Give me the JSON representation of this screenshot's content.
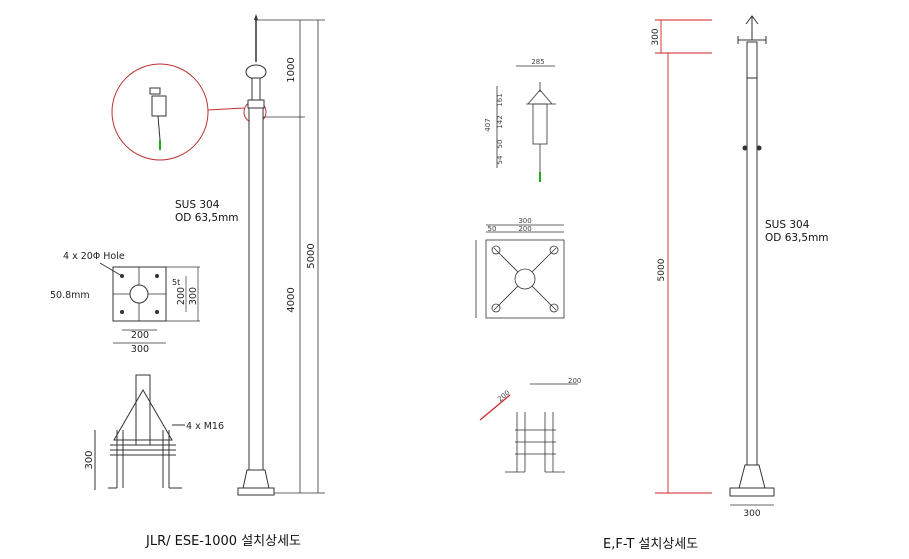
{
  "left": {
    "caption": "JLR/ ESE-1000 설치상세도",
    "material_line1": "SUS 304",
    "material_line2": "OD 63,5mm",
    "dim_top": "1000",
    "dim_total": "5000",
    "dim_pole": "4000",
    "hole_label": "4 x 20Φ Hole",
    "bolt_circle": "50.8mm",
    "plate_thick": "5t",
    "plate_inner_h": "200",
    "plate_outer_h": "300",
    "plate_inner_w": "200",
    "plate_outer_w": "300",
    "anchor_bolt": "4 x M16",
    "anchor_height": "300"
  },
  "right": {
    "caption": "E,F-T 설치상세도",
    "material_line1": "SUS 304",
    "material_line2": "OD 63,5mm",
    "dim_top": "300",
    "dim_total": "5000",
    "base_width": "300",
    "head_width": "285",
    "head_dims": [
      "161",
      "142",
      "407",
      "50",
      "54"
    ],
    "plate_outer": "300",
    "plate_inner": "200",
    "plate_edge": "50",
    "anchor_dim_a": "200",
    "anchor_dim_b": "200"
  }
}
